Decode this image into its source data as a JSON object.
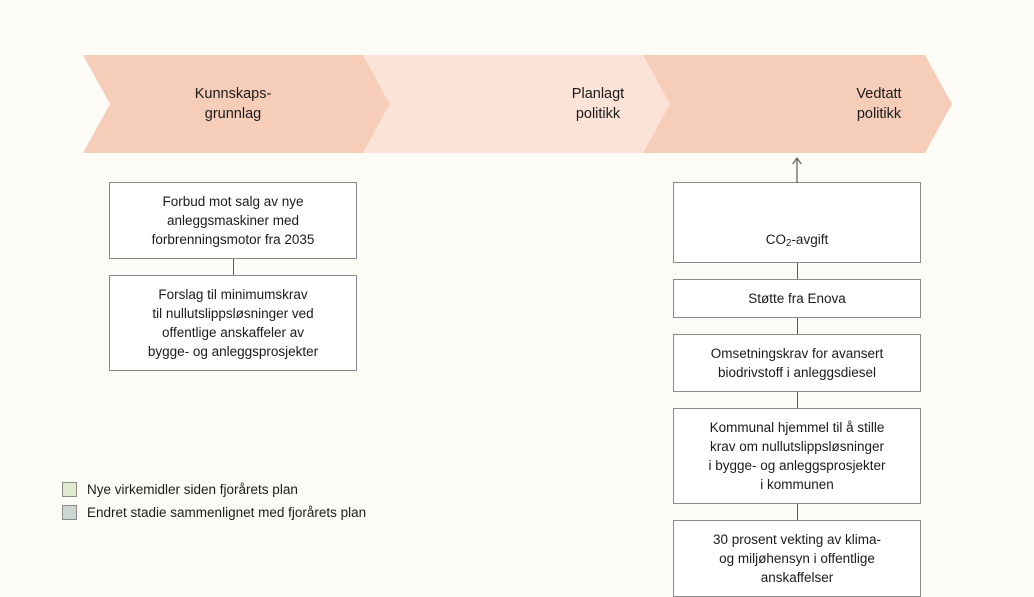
{
  "background_color": "#fdfbf6",
  "banner": {
    "segments": [
      {
        "label": "Kunnskaps-\ngrunnlag",
        "color": "#f5cdb8",
        "name": "stage-kunnskapsgrunnlag"
      },
      {
        "label": "Planlagt\npolitikk",
        "color": "#fbe3d7",
        "name": "stage-planlagt-politikk"
      },
      {
        "label": "Vedtatt\npolitikk",
        "color": "#f5cdb8",
        "name": "stage-vedtatt-politikk"
      }
    ]
  },
  "columns": {
    "left": {
      "stage": "Kunnskapsgrunnlag",
      "nodes": [
        {
          "text": "Forbud mot salg av nye\nanleggsmaskiner med\nforbrenningsmotor fra 2035"
        },
        {
          "text": "Forslag til minimumskrav\ntil nullutslippsløsninger ved\noffentlige anskaffeler av\nbygge- og anleggsprosjekter"
        }
      ]
    },
    "right": {
      "stage": "Vedtatt politikk",
      "nodes": [
        {
          "text": "CO2-avgift",
          "html": "CO<sub>2</sub>-avgift"
        },
        {
          "text": "Støtte fra Enova"
        },
        {
          "text": "Omsetningskrav for avansert\nbiodrivstoff i anleggsdiesel"
        },
        {
          "text": "Kommunal hjemmel til å stille\nkrav om nullutslippsløsninger\ni bygge- og anleggsprosjekter\ni kommunen"
        },
        {
          "text": "30 prosent vekting av klima-\nog miljøhensyn i offentlige\nanskaffelser"
        }
      ]
    }
  },
  "legend": {
    "items": [
      {
        "color": "#dfe9cf",
        "label": "Nye virkemidler siden fjorårets plan"
      },
      {
        "color": "#ccd6d2",
        "label": "Endret stadie sammenlignet med fjorårets plan"
      }
    ]
  }
}
